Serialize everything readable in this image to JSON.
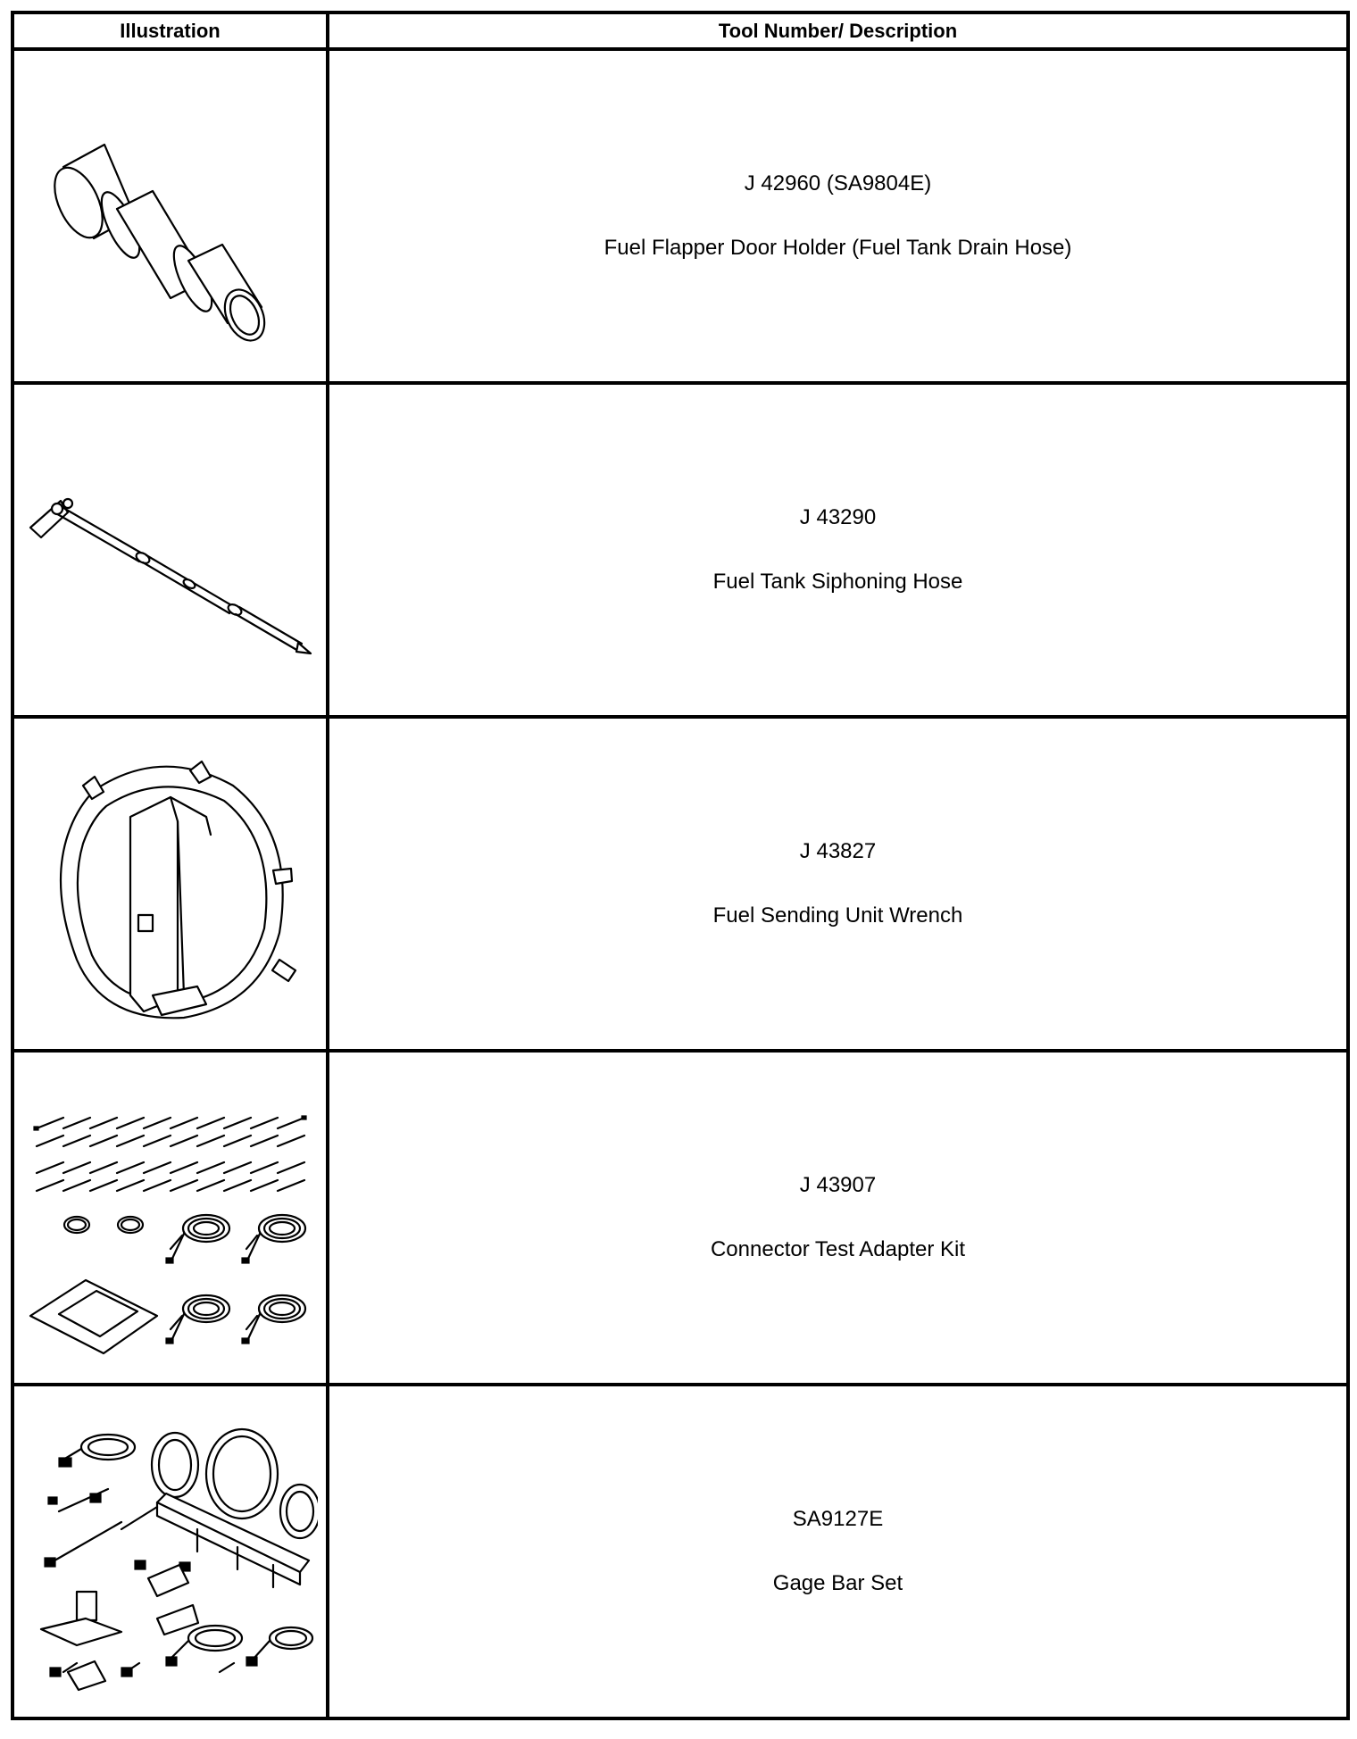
{
  "header": {
    "illustration": "Illustration",
    "description": "Tool Number/ Description"
  },
  "tools": [
    {
      "number": "J 42960 (SA9804E)",
      "name": "Fuel Flapper Door Holder (Fuel Tank Drain Hose)",
      "icon": "flapper-door-holder-illustration"
    },
    {
      "number": "J 43290",
      "name": "Fuel Tank Siphoning Hose",
      "icon": "siphoning-hose-illustration"
    },
    {
      "number": "J 43827",
      "name": "Fuel Sending Unit Wrench",
      "icon": "sending-unit-wrench-illustration"
    },
    {
      "number": "J 43907",
      "name": "Connector Test Adapter Kit",
      "icon": "test-adapter-kit-illustration"
    },
    {
      "number": "SA9127E",
      "name": "Gage Bar Set",
      "icon": "gage-bar-set-illustration"
    }
  ]
}
